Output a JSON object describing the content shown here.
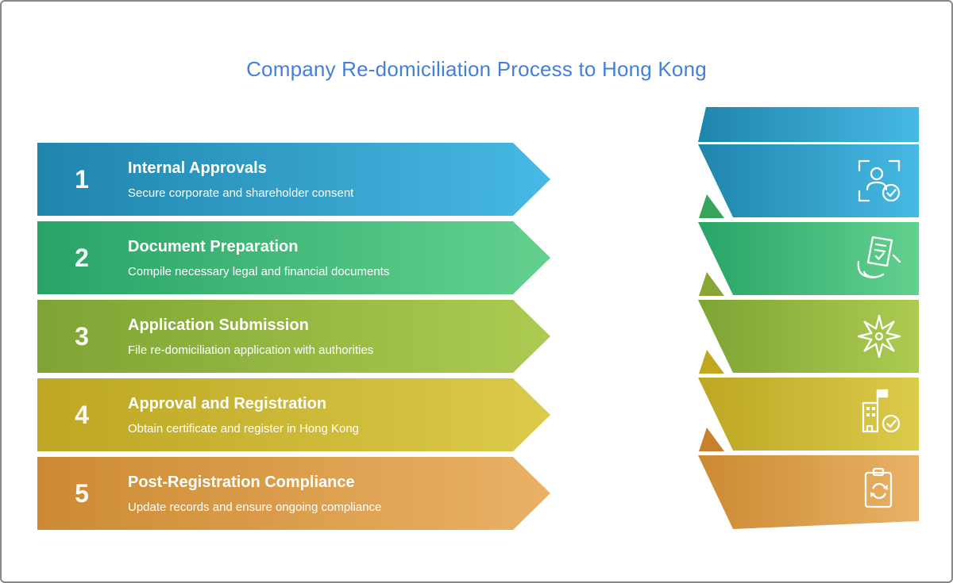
{
  "title": "Company Re-domiciliation Process to Hong Kong",
  "title_color": "#4480d8",
  "steps": [
    {
      "number": "1",
      "title": "Internal Approvals",
      "description": "Secure corporate and shareholder consent",
      "color_from": "#1f85ad",
      "color_to": "#47b9e4",
      "icon": "person-verify-icon"
    },
    {
      "number": "2",
      "title": "Document Preparation",
      "description": "Compile necessary legal and financial documents",
      "color_from": "#28a468",
      "color_to": "#63d18e",
      "fold_color": "#35a45c",
      "icon": "hand-checklist-icon"
    },
    {
      "number": "3",
      "title": "Application Submission",
      "description": "File re-domiciliation application with authorities",
      "color_from": "#7ea434",
      "color_to": "#adcb51",
      "fold_color": "#87a636",
      "icon": "starburst-icon"
    },
    {
      "number": "4",
      "title": "Approval and Registration",
      "description": "Obtain certificate and register in Hong Kong",
      "color_from": "#bda724",
      "color_to": "#dcca4a",
      "fold_color": "#c0a81f",
      "icon": "building-check-icon"
    },
    {
      "number": "5",
      "title": "Post-Registration Compliance",
      "description": "Update records and ensure ongoing compliance",
      "color_from": "#cd8a33",
      "color_to": "#e9b266",
      "fold_color": "#c9802d",
      "icon": "clipboard-sync-icon"
    }
  ]
}
